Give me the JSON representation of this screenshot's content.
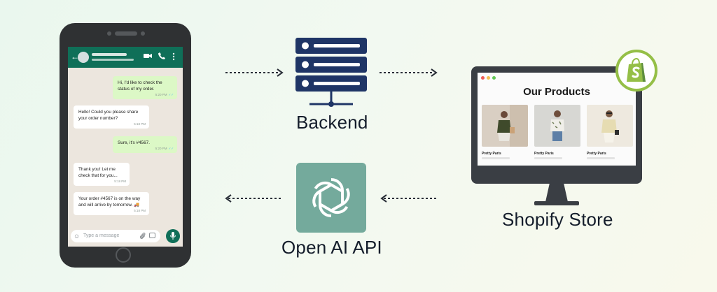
{
  "diagram": {
    "nodes": {
      "backend": {
        "label": "Backend",
        "icon": "server-rack-icon",
        "color": "#1f3566"
      },
      "shopify": {
        "label": "Shopify Store",
        "icon": "shopify-bag-icon",
        "color": "#95bf47"
      },
      "openai": {
        "label": "Open AI API",
        "icon": "openai-logo-icon",
        "color": "#74aa9c"
      }
    },
    "arrows": [
      {
        "from": "whatsapp",
        "to": "backend"
      },
      {
        "from": "backend",
        "to": "shopify"
      },
      {
        "from": "shopify",
        "to": "openai"
      },
      {
        "from": "openai",
        "to": "whatsapp"
      }
    ]
  },
  "chat": {
    "accent": "#0f6f58",
    "messages": [
      {
        "side": "out",
        "text": "Hi, I'd like to check the status of my order.",
        "time": "5:20 PM"
      },
      {
        "side": "in",
        "text": "Hello! Could you please share your order number?",
        "time": "5:18 PM"
      },
      {
        "side": "out",
        "text": "Sure, it's #4567.",
        "time": "5:20 PM"
      },
      {
        "side": "in",
        "text": "Thank you! Let me check that for you...",
        "time": "5:18 PM"
      },
      {
        "side": "in",
        "text": "Your order #4567 is on the way and will arrive by tomorrow. 🚚",
        "time": "5:18 PM"
      }
    ],
    "input_placeholder": "Type a message"
  },
  "store": {
    "title": "Our Products",
    "products": [
      {
        "name": "Pretty Paris"
      },
      {
        "name": "Pretty Paris"
      },
      {
        "name": "Pretty Paris"
      }
    ]
  }
}
